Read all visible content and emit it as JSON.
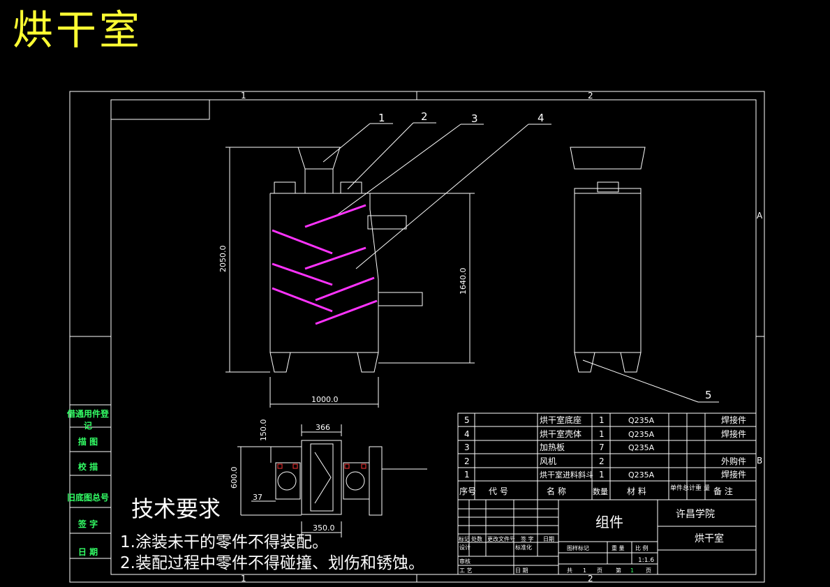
{
  "drawing_title": "烘干室",
  "zone_labels": {
    "top1": "1",
    "top2": "2",
    "bot1": "1",
    "bot2": "2",
    "rightA": "A",
    "rightB": "B"
  },
  "callouts": [
    "1",
    "2",
    "3",
    "4",
    "5"
  ],
  "dimensions": {
    "height_total": "2050.0",
    "height_body": "1640.0",
    "width_body": "1000.0",
    "dim_150": "150.0",
    "dim_366": "366",
    "dim_600": "600.0",
    "dim_37": "37",
    "dim_350": "350.0"
  },
  "side_panel": [
    "借通用件登记",
    "描 图",
    "校 描",
    "旧底图总号",
    "签 字",
    "日 期"
  ],
  "bom": {
    "rows": [
      {
        "no": "5",
        "code": "",
        "name": "烘干室底座",
        "qty": "1",
        "material": "Q235A",
        "remark": "焊接件"
      },
      {
        "no": "4",
        "code": "",
        "name": "烘干室壳体",
        "qty": "1",
        "material": "Q235A",
        "remark": "焊接件"
      },
      {
        "no": "3",
        "code": "",
        "name": "加热板",
        "qty": "7",
        "material": "Q235A",
        "remark": ""
      },
      {
        "no": "2",
        "code": "",
        "name": "风机",
        "qty": "2",
        "material": "",
        "remark": "外购件"
      },
      {
        "no": "1",
        "code": "",
        "name": "烘干室进料斜斗",
        "qty": "1",
        "material": "Q235A",
        "remark": "焊接件"
      }
    ],
    "header": {
      "no": "序号",
      "code": "代 号",
      "name": "名 称",
      "qty": "数量",
      "material": "材 料",
      "weight": "单件总计重 量",
      "remark": "备 注"
    }
  },
  "title_block": {
    "assembly": "组件",
    "school": "许昌学院",
    "drawing_name": "烘干室",
    "rev_headers": [
      "标记",
      "处数",
      "更改文件号",
      "签 字",
      "日期"
    ],
    "role_design": "设计",
    "role_standard": "标准化",
    "role_check": "审核",
    "role_process": "工 艺",
    "date_label": "日 期",
    "col_stage": "图样标记",
    "col_weight": "重 量",
    "col_scale": "比 例",
    "scale": "1:1.6",
    "total_label": "共",
    "total_sheets": "1",
    "sheet_unit": "页",
    "sheet_label": "第",
    "sheet_no": "1",
    "sheet_unit2": "页"
  },
  "technical_requirements": {
    "heading": "技术要求",
    "items": [
      "1.涂装未干的零件不得装配。",
      "2.装配过程中零件不得碰撞、划伤和锈蚀。"
    ]
  },
  "colors": {
    "line": "#ffffff",
    "heater": "#ff33ff",
    "title": "#ffff33",
    "green": "#33ff66"
  }
}
